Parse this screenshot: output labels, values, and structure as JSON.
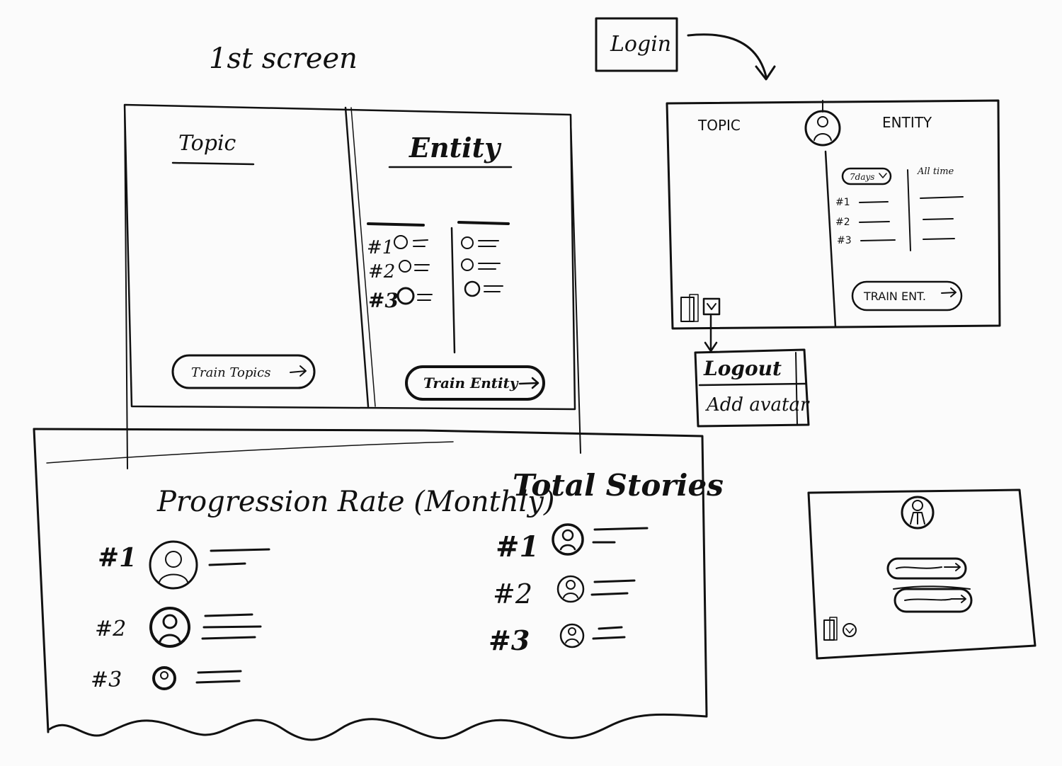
{
  "title": "1st screen",
  "login_box": {
    "label": "Login"
  },
  "screen1": {
    "topic_tab": "Topic",
    "entity_tab": "Entity",
    "entity_ranks": [
      "#1",
      "#2",
      "#3"
    ],
    "train_topics_button": "Train Topics",
    "train_entity_button": "Train Entity"
  },
  "dashboard": {
    "progression_heading": "Progression Rate (Monthly)",
    "progression_ranks": [
      "#1",
      "#2",
      "#3"
    ],
    "stories_heading": "Total Stories",
    "stories_ranks": [
      "#1",
      "#2",
      "#3"
    ]
  },
  "screen2": {
    "topic_tab": "TOPIC",
    "entity_tab": "ENTITY",
    "period_select": "7days",
    "all_time_label": "All time",
    "ranks": [
      "#1",
      "#2",
      "#3"
    ],
    "train_button": "TRAIN ENT."
  },
  "user_menu": {
    "items": [
      "Logout",
      "Add avatar"
    ]
  }
}
